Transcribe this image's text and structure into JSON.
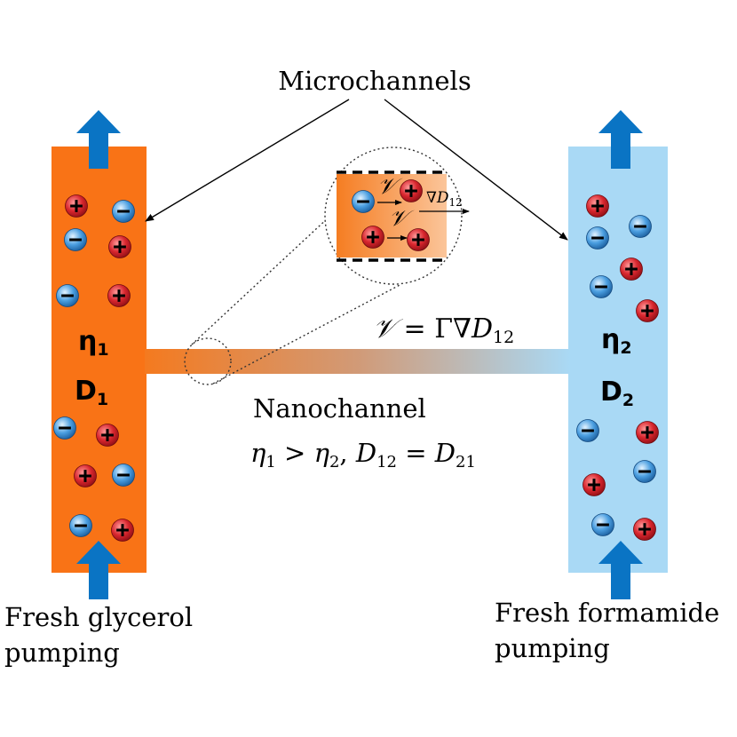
{
  "labels": {
    "microchannels": "Microchannels",
    "nanochannel": "Nanochannel",
    "left_caption_line1": "Fresh glycerol",
    "left_caption_line2": "pumping",
    "right_caption_line1": "Fresh formamide",
    "right_caption_line2": "pumping"
  },
  "left_channel": {
    "eta_symbol": "η",
    "eta_sub": "1",
    "d_symbol": "D",
    "d_sub": "1"
  },
  "right_channel": {
    "eta_symbol": "η",
    "eta_sub": "2",
    "d_symbol": "D",
    "d_sub": "2"
  },
  "equations": {
    "velocity_lhs": "𝒱",
    "velocity_eq": " = Γ∇",
    "velocity_d": "D",
    "velocity_sub": "12",
    "cond_eta1": "η",
    "cond_eta1_sub": "1",
    "cond_gt": " > ",
    "cond_eta2": "η",
    "cond_eta2_sub": "2",
    "cond_comma": ", ",
    "cond_d12": "D",
    "cond_d12_sub": "12",
    "cond_eq": " = ",
    "cond_d21": "D",
    "cond_d21_sub": "21"
  },
  "inset": {
    "v_symbol": "𝒱",
    "grad_symbol": "∇",
    "grad_d": "D",
    "grad_sub": "12"
  },
  "ion_symbols": {
    "plus": "+",
    "minus": "−"
  },
  "colors": {
    "left_fluid": "#f97316",
    "right_fluid": "#a9d9f5",
    "flow_arrow": "#0a74c4",
    "cation": "#d8262e",
    "anion": "#3d8fd6"
  }
}
